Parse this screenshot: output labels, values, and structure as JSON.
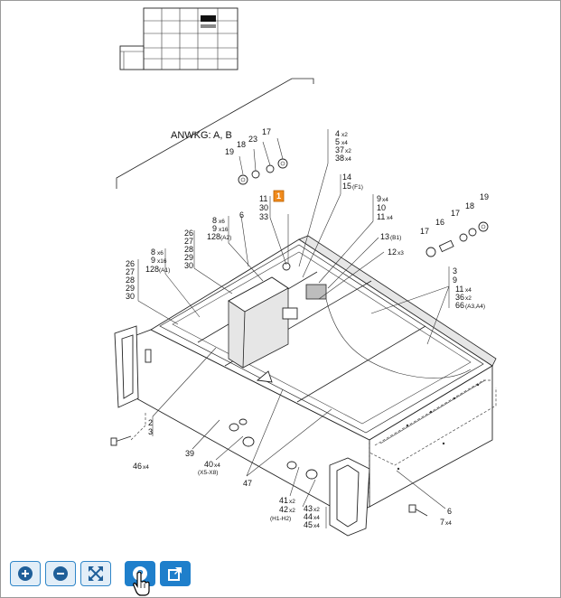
{
  "diagram": {
    "model_note": "ANWKG: A, B",
    "callouts": {
      "c17a": "17",
      "c18a": "18",
      "c19a": "19",
      "c23": "23",
      "c4x2": "4",
      "c5x4": "5",
      "c37": "37",
      "c38": "38",
      "c14": "14",
      "c15": "15",
      "c9x4a": "9",
      "c10": "10",
      "c11s4": "11",
      "c13": "13",
      "c12": "12",
      "c11": "11",
      "c30": "30",
      "c33": "33",
      "c6a": "6",
      "c8x6": "8",
      "c9x16": "9",
      "c128a2": "128",
      "c26a": "26",
      "c27a": "27",
      "c28a": "28",
      "c29a": "29",
      "c30a": "30",
      "c8x6b": "8",
      "c9x16b": "9",
      "c128a1": "128",
      "c26b": "26",
      "c27b": "27",
      "c28b": "28",
      "c29b": "29",
      "c30b": "30",
      "c17b": "17",
      "c16": "16",
      "c17c": "17",
      "c18b": "18",
      "c19b": "19",
      "c3": "3",
      "c9b": "9",
      "c11x4": "11",
      "c36": "36",
      "c66": "66",
      "c2": "2",
      "c3b": "3",
      "c39": "39",
      "c40": "40",
      "c46": "46",
      "c47": "47",
      "c41": "41",
      "c42": "42",
      "c43": "43",
      "c44": "44",
      "c45": "45",
      "c6b": "6",
      "c7": "7"
    },
    "suffixes": {
      "x2": "x2",
      "x4": "x4",
      "x6": "x6",
      "x16": "x16",
      "x3": "x3",
      "a2": "(A2)",
      "a1": "(A1)",
      "f1": "(F1)",
      "b1": "(B1)",
      "a3a4": "(A3,A4)",
      "x5x8": "(X5-X8)",
      "h1h2": "(H1-H2)"
    },
    "highlight_tag": "1"
  },
  "toolbar": {
    "zoom_in": "zoom-in",
    "zoom_out": "zoom-out",
    "fit": "fit-to-screen",
    "help": "help",
    "external": "open-external"
  }
}
